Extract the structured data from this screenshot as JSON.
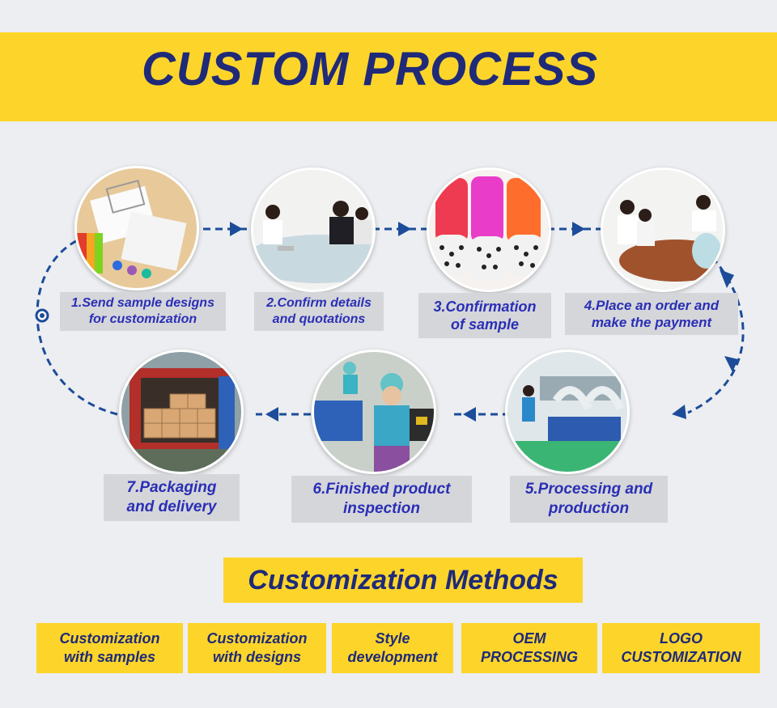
{
  "title": "CUSTOM PROCESS",
  "steps": [
    {
      "label": "1.Send sample designs\nfor customization"
    },
    {
      "label": "2.Confirm details\nand quotations"
    },
    {
      "label": "3.Confirmation\nof sample"
    },
    {
      "label": "4.Place an order and\nmake the payment"
    },
    {
      "label": "5.Processing and\nproduction"
    },
    {
      "label": "6.Finished product\ninspection"
    },
    {
      "label": "7.Packaging\nand delivery"
    }
  ],
  "methods_title": "Customization Methods",
  "methods": [
    {
      "label": "Customization\nwith samples"
    },
    {
      "label": "Customization\nwith designs"
    },
    {
      "label": "Style\ndevelopment"
    },
    {
      "label": "OEM\nPROCESSING"
    },
    {
      "label": "LOGO\nCUSTOMIZATION"
    }
  ],
  "colors": {
    "banner": "#fdd52a",
    "title_text": "#1f2a78",
    "step_text": "#2a2fb5",
    "label_bg": "#d5d6da",
    "connector": "#1c4c9a"
  }
}
